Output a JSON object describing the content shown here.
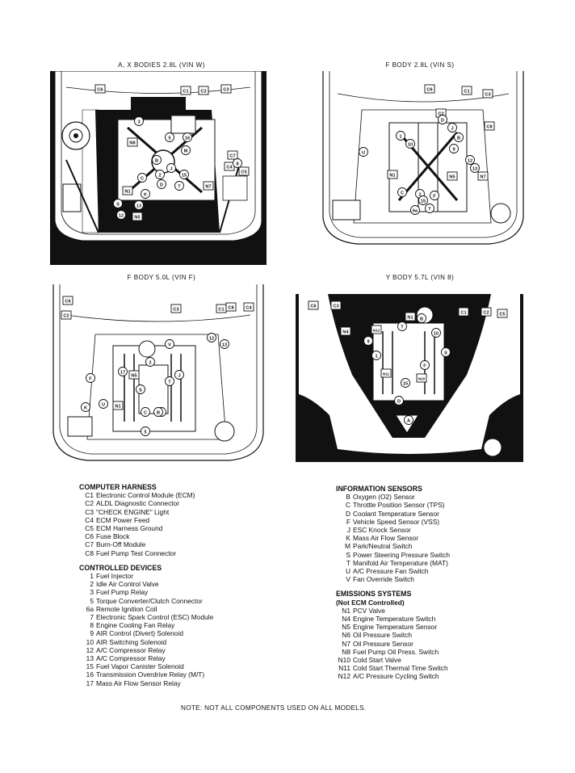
{
  "panels": {
    "top_left": "A, X BODIES 2.8L (VIN W)",
    "top_right": "F BODY 2.8L (VIN S)",
    "bottom_left": "F BODY 5.0L (VIN F)",
    "bottom_right": "Y BODY 5.7L (VIN 8)"
  },
  "computer_harness": {
    "title": "COMPUTER HARNESS",
    "items": [
      {
        "code": "C1",
        "label": "Electronic Control Module (ECM)"
      },
      {
        "code": "C2",
        "label": "ALDL Diagnostic Connector"
      },
      {
        "code": "C3",
        "label": "\"CHECK ENGINE\" Light"
      },
      {
        "code": "C4",
        "label": "ECM Power Feed"
      },
      {
        "code": "C5",
        "label": "ECM Harness Ground"
      },
      {
        "code": "C6",
        "label": "Fuse Block"
      },
      {
        "code": "C7",
        "label": "Burn-Off Module"
      },
      {
        "code": "C8",
        "label": "Fuel Pump Test Connector"
      }
    ]
  },
  "controlled_devices": {
    "title": "CONTROLLED DEVICES",
    "items": [
      {
        "code": "1",
        "label": "Fuel Injector"
      },
      {
        "code": "2",
        "label": "Idle Air Control Valve"
      },
      {
        "code": "3",
        "label": "Fuel Pump Relay"
      },
      {
        "code": "5",
        "label": "Torque Converter/Clutch Connector"
      },
      {
        "code": "6a",
        "label": "Remote Ignition Coil"
      },
      {
        "code": "7",
        "label": "Electronic Spark Control (ESC) Module"
      },
      {
        "code": "8",
        "label": "Engine Cooling Fan Relay"
      },
      {
        "code": "9",
        "label": "AIR Control (Divert) Solenoid"
      },
      {
        "code": "10",
        "label": "AIR Switching Solenoid"
      },
      {
        "code": "12",
        "label": "A/C Compressor Relay"
      },
      {
        "code": "13",
        "label": "A/C Compressor Relay"
      },
      {
        "code": "15",
        "label": "Fuel Vapor Canister Solenoid"
      },
      {
        "code": "16",
        "label": "Transmission Overdrive Relay (M/T)"
      },
      {
        "code": "17",
        "label": "Mass Air Flow Sensor Relay"
      }
    ]
  },
  "information_sensors": {
    "title": "INFORMATION SENSORS",
    "items": [
      {
        "code": "B",
        "label": "Oxygen (O2) Sensor"
      },
      {
        "code": "C",
        "label": "Throttle Position Sensor (TPS)"
      },
      {
        "code": "D",
        "label": "Coolant Temperature Sensor"
      },
      {
        "code": "F",
        "label": "Vehicle Speed Sensor (VSS)"
      },
      {
        "code": "J",
        "label": "ESC Knock Sensor"
      },
      {
        "code": "K",
        "label": "Mass Air Flow Sensor"
      },
      {
        "code": "M",
        "label": "Park/Neutral Switch"
      },
      {
        "code": "S",
        "label": "Power Steering Pressure Switch"
      },
      {
        "code": "T",
        "label": "Manifold Air Temperature (MAT)"
      },
      {
        "code": "U",
        "label": "A/C Pressure Fan Switch"
      },
      {
        "code": "V",
        "label": "Fan Override Switch"
      }
    ]
  },
  "emissions_systems": {
    "title": "EMISSIONS SYSTEMS",
    "subtitle": "(Not ECM Controlled)",
    "items": [
      {
        "code": "N1",
        "label": "PCV Valve"
      },
      {
        "code": "N4",
        "label": "Engine Temperature Switch"
      },
      {
        "code": "N5",
        "label": "Engine Temperature Sensor"
      },
      {
        "code": "N6",
        "label": "Oil Pressure Switch"
      },
      {
        "code": "N7",
        "label": "Oil Pressure Sensor"
      },
      {
        "code": "N8",
        "label": "Fuel Pump Oil Press. Switch"
      },
      {
        "code": "N10",
        "label": "Cold Start Valve"
      },
      {
        "code": "N11",
        "label": "Cold Start Thermal Time Switch"
      },
      {
        "code": "N12",
        "label": "A/C Pressure Cycling Switch"
      }
    ]
  },
  "note": "NOTE: NOT ALL COMPONENTS USED ON ALL MODELS.",
  "callouts": {
    "tl": [
      "C6",
      "C2",
      "C1",
      "C3",
      "3",
      "16",
      "5",
      "M",
      "N8",
      "B",
      "J",
      "2",
      "C",
      "D",
      "K",
      "N1",
      "T",
      "15",
      "N5",
      "C7",
      "C4",
      "8",
      "C5",
      "S",
      "12",
      "13",
      "N7"
    ],
    "tr": [
      "C6",
      "C8",
      "C2",
      "C1",
      "C3",
      "D",
      "J",
      "B",
      "9",
      "10",
      "1",
      "N1",
      "C",
      "2",
      "F",
      "6a",
      "15",
      "T",
      "U",
      "N5",
      "12",
      "13",
      "N7"
    ],
    "bl": [
      "C6",
      "C2",
      "C1",
      "C3",
      "C8",
      "C4",
      "12",
      "13",
      "5",
      "D",
      "N5",
      "F",
      "N1",
      "V",
      "2",
      "B",
      "C",
      "U",
      "J",
      "T",
      "S",
      "K",
      "17"
    ],
    "br": [
      "C6",
      "C3",
      "C1",
      "C2",
      "C5",
      "N1",
      "B",
      "T",
      "10",
      "N12",
      "N4",
      "9",
      "1",
      "N10",
      "15",
      "D",
      "N11",
      "F",
      "S",
      "A"
    ]
  }
}
